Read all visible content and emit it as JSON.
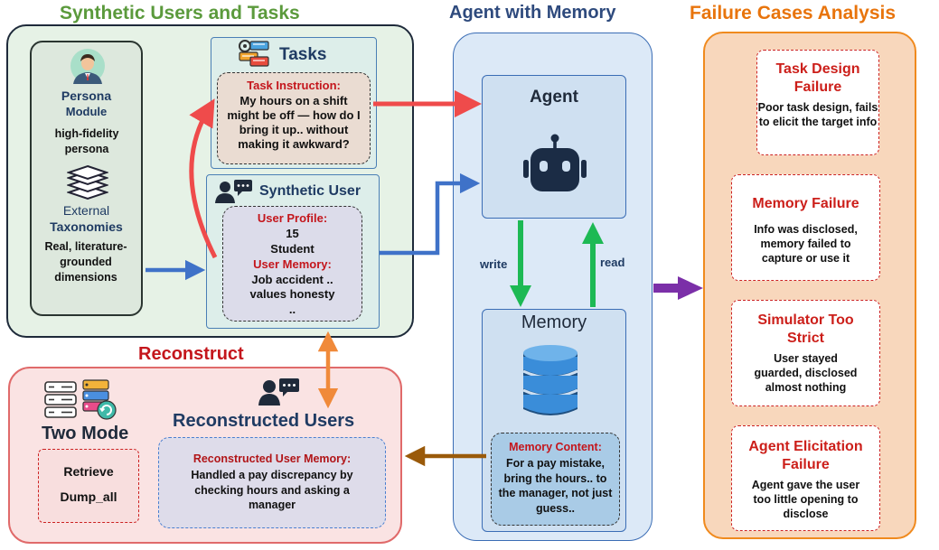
{
  "sections": {
    "synthetic": "Synthetic Users and Tasks",
    "agent_memory": "Agent with Memory",
    "failure": "Failure Cases Analysis",
    "reconstruct": "Reconstruct"
  },
  "persona": {
    "title": "Persona",
    "module": "Module",
    "desc": "high-fidelity persona",
    "ext_title": "External",
    "tax_title": "Taxonomies",
    "ext_desc": "Real, literature-grounded dimensions"
  },
  "tasks": {
    "title": "Tasks",
    "instruction_label": "Task Instruction:",
    "instruction_text": "My hours on a shift might be off — how do I bring it up.. without making it awkward?"
  },
  "synthetic_user": {
    "title": "Synthetic User",
    "profile_label": "User Profile:",
    "profile_age": "15",
    "profile_role": "Student",
    "memory_label": "User Memory:",
    "memory_text": "Job accident .. values honesty",
    "memory_more": ".."
  },
  "agent": {
    "title": "Agent"
  },
  "edges": {
    "write": "write",
    "read": "read"
  },
  "memory": {
    "title": "Memory",
    "content_label": "Memory Content:",
    "content_text": "For a pay mistake, bring the hours.. to the manager, not just guess.."
  },
  "reconstruct": {
    "two_mode": "Two Mode",
    "retrieve": "Retrieve",
    "dump_all": "Dump_all",
    "users_title": "Reconstructed Users",
    "memory_label": "Reconstructed User Memory:",
    "memory_text": "Handled a pay discrepancy by checking hours and asking a manager"
  },
  "failures": [
    {
      "title": "Task Design Failure",
      "desc": "Poor task design, fails to elicit the target info"
    },
    {
      "title": "Memory Failure",
      "desc": "Info was disclosed, memory failed to capture or use it"
    },
    {
      "title": "Simulator Too Strict",
      "desc": "User stayed guarded, disclosed almost nothing"
    },
    {
      "title": "Agent Elicitation Failure",
      "desc": "Agent gave the user too little opening to disclose"
    }
  ],
  "colors": {
    "green_title": "#5b9a3c",
    "blue_title": "#2e4a7d",
    "orange_title": "#e8740c",
    "red_title": "#c4161c",
    "arrow_red": "#ef4b4b",
    "arrow_blue": "#3f72c8",
    "arrow_green": "#1db954",
    "arrow_purple": "#7b2fa8",
    "arrow_orange": "#f08a3a",
    "arrow_brown": "#9a5a0a"
  },
  "icons": [
    "person-avatar-icon",
    "layers-stack-icon",
    "task-cards-icon",
    "chat-user-icon",
    "robot-icon",
    "database-icon",
    "server-refresh-icon",
    "reconstructed-user-icon"
  ]
}
